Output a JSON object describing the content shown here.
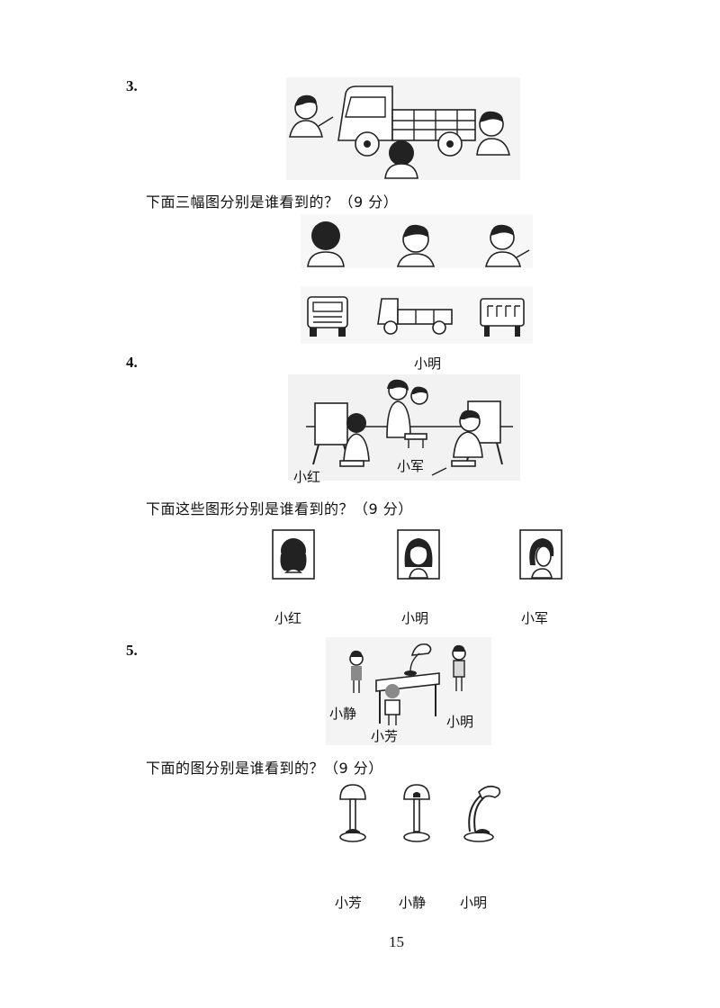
{
  "questions": [
    {
      "number": "3.",
      "prompt": "下面三幅图分别是谁看到的？（9 分）"
    },
    {
      "number": "4.",
      "prompt": "下面这些图形分别是谁看到的？（9 分）",
      "scene_labels": {
        "top": "小明",
        "left": "小红",
        "middle": "小军"
      },
      "answers": [
        "小红",
        "小明",
        "小军"
      ]
    },
    {
      "number": "5.",
      "prompt": "下面的图分别是谁看到的？（9 分）",
      "scene_labels": {
        "left": "小静",
        "bottom": "小芳",
        "right": "小明"
      },
      "answers": [
        "小芳",
        "小静",
        "小明"
      ]
    }
  ],
  "page_number": "15"
}
